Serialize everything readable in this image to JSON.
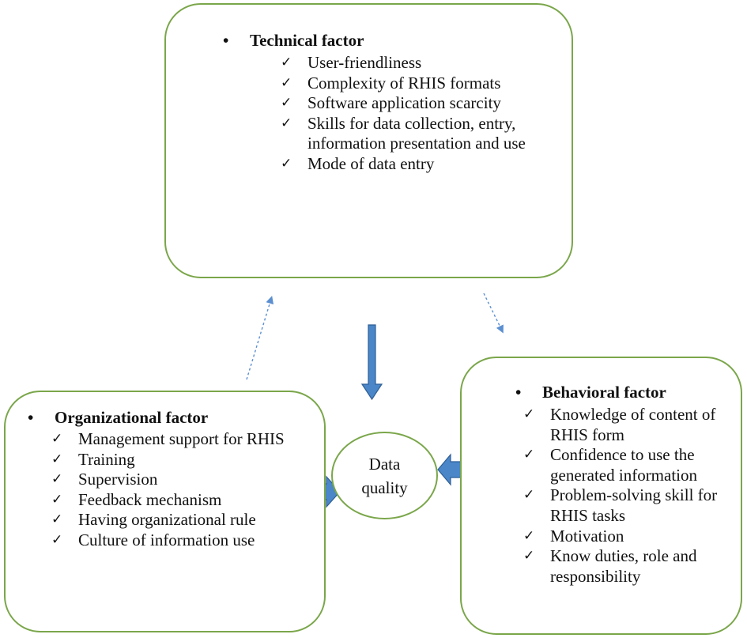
{
  "diagram": {
    "technical": {
      "bullet": "•",
      "title": "Technical factor",
      "items": [
        "User-friendliness",
        "Complexity of RHIS formats",
        "Software application scarcity",
        "Skills for data collection, entry, information presentation and use",
        "Mode of data entry"
      ]
    },
    "organizational": {
      "bullet": "•",
      "title": "Organizational factor",
      "items": [
        "Management support for RHIS",
        "Training",
        "Supervision",
        "Feedback mechanism",
        "Having organizational rule",
        "Culture of information use"
      ]
    },
    "behavioral": {
      "bullet": "•",
      "title": "Behavioral factor",
      "items": [
        "Knowledge of content of RHIS form",
        "Confidence to use the generated information",
        "Problem-solving skill for RHIS tasks",
        "Motivation",
        "Know duties, role and responsibility"
      ]
    },
    "center": {
      "label": "Data quality"
    },
    "check_glyph": "✓",
    "colors": {
      "box_border": "#7aa64a",
      "arrow_fill": "#4a86c8",
      "arrow_stroke": "#2f5f96",
      "dotted_arrow": "#5b8fd0"
    }
  }
}
